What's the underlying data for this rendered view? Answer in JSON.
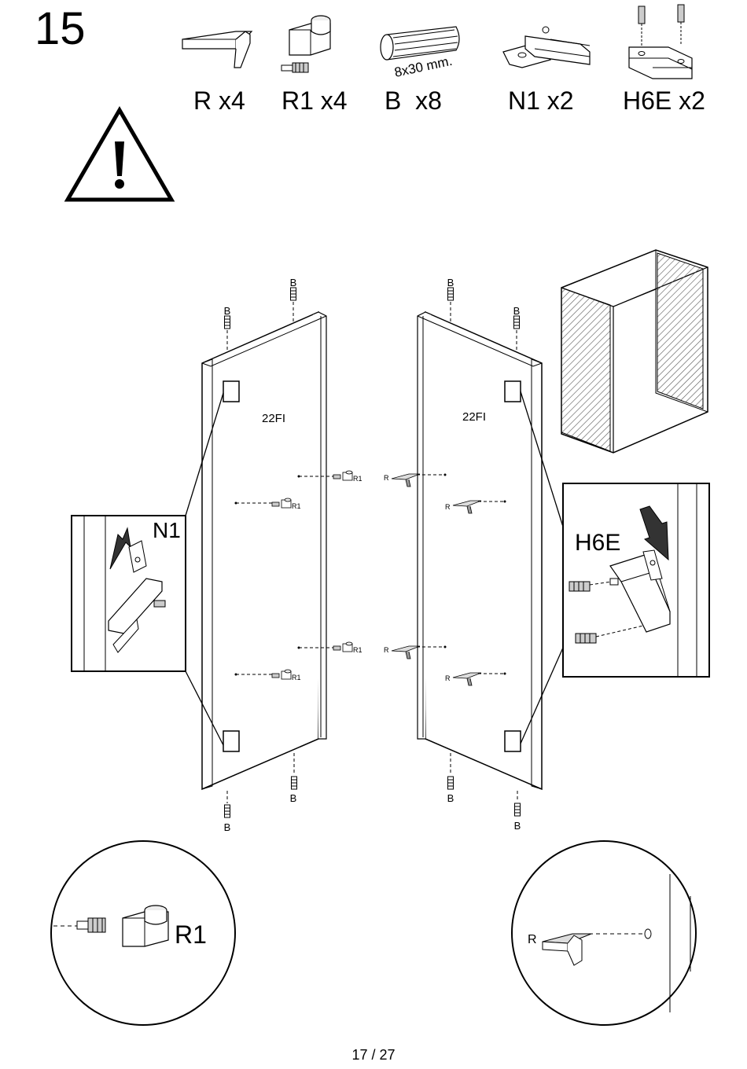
{
  "step": "15",
  "parts": [
    {
      "label": "R x4",
      "icon": "shelf-support-pin-icon"
    },
    {
      "label": "R1 x4",
      "icon": "shelf-support-cam-icon"
    },
    {
      "label": "B  x8",
      "icon": "wooden-dowel-icon",
      "spec": "8x30 mm."
    },
    {
      "label": "N1 x2",
      "icon": "rail-bracket-icon"
    },
    {
      "label": "H6E x2",
      "icon": "hinge-plate-icon"
    }
  ],
  "diagram": {
    "dowel_label": "B",
    "panel_code": "22FI",
    "support_pin_label": "R",
    "support_cam_label": "R1",
    "detail_left_label": "N1",
    "detail_right_label": "H6E",
    "zoom_left_label": "R1",
    "zoom_right_label": "R"
  },
  "page": "17 / 27"
}
